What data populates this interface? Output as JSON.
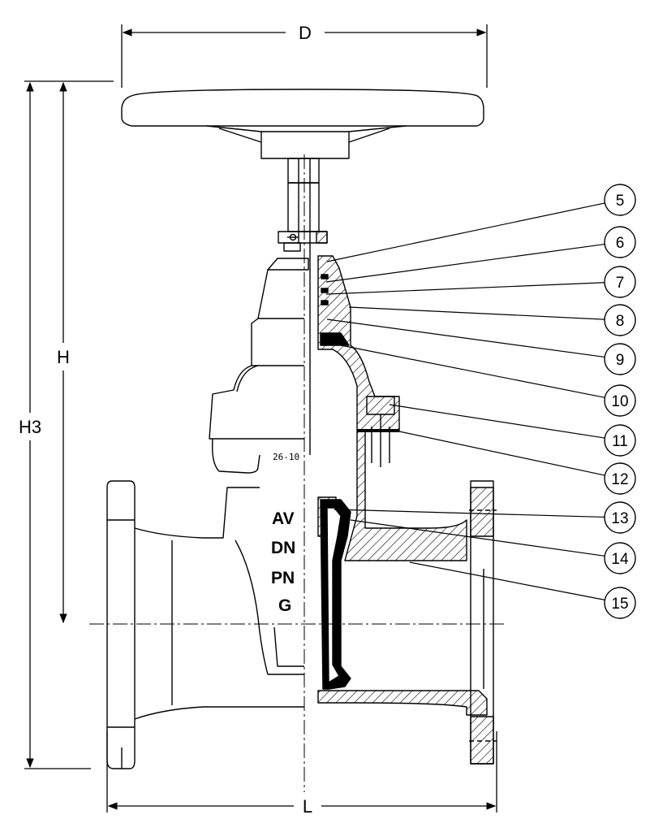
{
  "dimensions": {
    "D": "D",
    "H": "H",
    "H3": "H3",
    "L": "L"
  },
  "body_markings": {
    "logo": "AV",
    "dn": "DN",
    "pn": "PN",
    "g": "G",
    "code": "26-10"
  },
  "callouts": [
    "5",
    "6",
    "7",
    "8",
    "9",
    "10",
    "11",
    "12",
    "13",
    "14",
    "15"
  ]
}
